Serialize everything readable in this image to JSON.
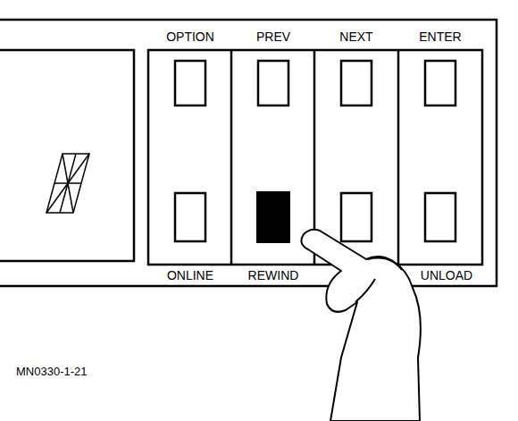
{
  "diagram": {
    "labels": [
      "OPTION",
      "PREV",
      "NEXT",
      "ENTER",
      "ONLINE",
      "REWIND",
      "UNLOAD",
      "MN0330-1-21"
    ]
  }
}
